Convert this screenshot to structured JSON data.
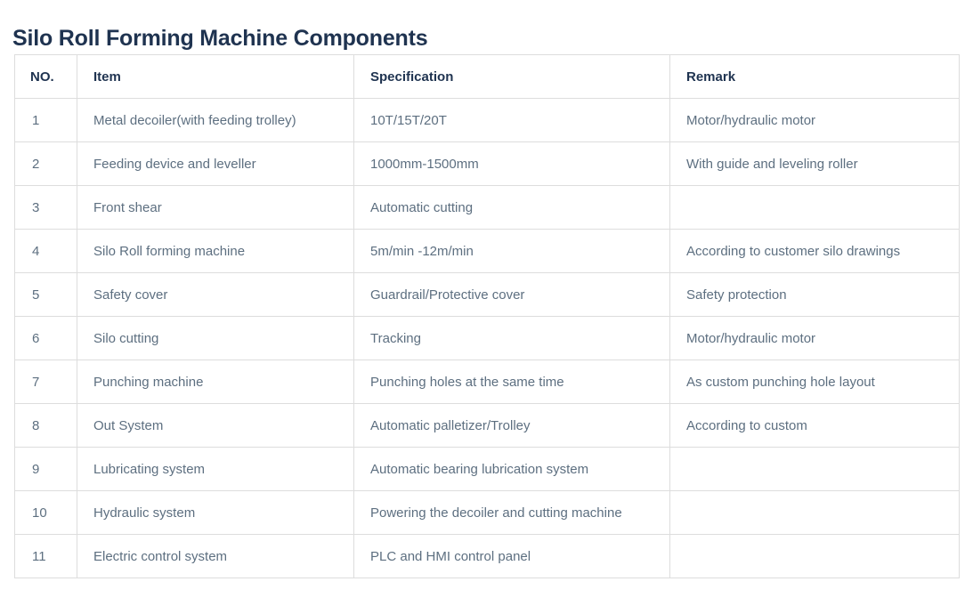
{
  "document": {
    "title": "Silo Roll Forming Machine Components"
  },
  "colors": {
    "title_text": "#1f3350",
    "header_text": "#1f3350",
    "body_text": "#5d6f80",
    "border": "#dddddd",
    "background": "#ffffff"
  },
  "table": {
    "columns": [
      {
        "key": "no",
        "label": "NO."
      },
      {
        "key": "item",
        "label": "Item"
      },
      {
        "key": "specification",
        "label": "Specification"
      },
      {
        "key": "remark",
        "label": "Remark"
      }
    ],
    "rows": [
      {
        "no": "1",
        "item": "Metal decoiler(with feeding trolley)",
        "specification": "10T/15T/20T",
        "remark": "Motor/hydraulic motor"
      },
      {
        "no": "2",
        "item": "Feeding device and leveller",
        "specification": "1000mm-1500mm",
        "remark": "With guide and leveling roller"
      },
      {
        "no": "3",
        "item": "Front shear",
        "specification": "Automatic cutting",
        "remark": ""
      },
      {
        "no": "4",
        "item": "Silo Roll forming machine",
        "specification": "5m/min -12m/min",
        "remark": "According to customer silo drawings"
      },
      {
        "no": "5",
        "item": "Safety cover",
        "specification": "Guardrail/Protective cover",
        "remark": "Safety protection"
      },
      {
        "no": "6",
        "item": " Silo cutting",
        "specification": "Tracking",
        "remark": "Motor/hydraulic motor"
      },
      {
        "no": "7",
        "item": "Punching machine",
        "specification": "Punching holes at the same time",
        "remark": " As custom punching hole layout"
      },
      {
        "no": "8",
        "item": "Out System",
        "specification": "Automatic palletizer/Trolley",
        "remark": "According to custom"
      },
      {
        "no": "9",
        "item": "Lubricating system",
        "specification": "Automatic bearing lubrication system",
        "remark": ""
      },
      {
        "no": "10",
        "item": "Hydraulic system",
        "specification": "Powering the decoiler and cutting machine",
        "remark": ""
      },
      {
        "no": "11",
        "item": "Electric control system",
        "specification": "PLC and HMI control panel",
        "remark": ""
      }
    ]
  }
}
